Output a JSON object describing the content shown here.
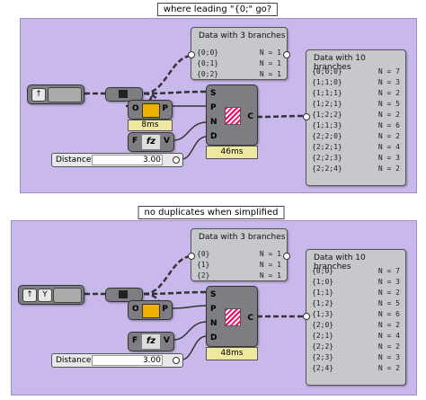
{
  "groups": [
    {
      "title": "where leading \"{0;\" go?",
      "panel3": {
        "title": "Data with 3 branches",
        "rows": [
          [
            "{0;0}",
            "N = 1"
          ],
          [
            "{0;1}",
            "N = 1"
          ],
          [
            "{0;2}",
            "N = 1"
          ]
        ]
      },
      "panel10": {
        "title": "Data with 10 branches",
        "rows": [
          [
            "{0;0;0}",
            "N = 7"
          ],
          [
            "{1;1;0}",
            "N = 3"
          ],
          [
            "{1;1;1}",
            "N = 2"
          ],
          [
            "{1;2;1}",
            "N = 5"
          ],
          [
            "{1;2;2}",
            "N = 2"
          ],
          [
            "{1;1;3}",
            "N = 6"
          ],
          [
            "{2;2;0}",
            "N = 2"
          ],
          [
            "{2;2;1}",
            "N = 4"
          ],
          [
            "{2;2;3}",
            "N = 3"
          ],
          [
            "{2;2;4}",
            "N = 2"
          ]
        ]
      },
      "timer_main": "46ms",
      "timer_small": "8ms",
      "slider_label": "Distance",
      "slider_value": "3.00",
      "ports_in": [
        "S",
        "P",
        "N",
        "D"
      ],
      "port_out": "C",
      "small_ports": {
        "o": "O",
        "p": "P",
        "f": "F",
        "v": "V"
      }
    },
    {
      "title": "no duplicates when simplified",
      "panel3": {
        "title": "Data with 3 branches",
        "rows": [
          [
            "{0}",
            "N = 1"
          ],
          [
            "{1}",
            "N = 1"
          ],
          [
            "{2}",
            "N = 1"
          ]
        ]
      },
      "panel10": {
        "title": "Data with 10 branches",
        "rows": [
          [
            "{0;0}",
            "N = 7"
          ],
          [
            "{1;0}",
            "N = 3"
          ],
          [
            "{1;1}",
            "N = 2"
          ],
          [
            "{1;2}",
            "N = 5"
          ],
          [
            "{1;3}",
            "N = 6"
          ],
          [
            "{2;0}",
            "N = 2"
          ],
          [
            "{2;1}",
            "N = 4"
          ],
          [
            "{2;2}",
            "N = 2"
          ],
          [
            "{2;3}",
            "N = 3"
          ],
          [
            "{2;4}",
            "N = 2"
          ]
        ]
      },
      "timer_main": "48ms",
      "timer_small": "",
      "slider_label": "Distance",
      "slider_value": "3.00",
      "ports_in": [
        "S",
        "P",
        "N",
        "D"
      ],
      "port_out": "C",
      "small_ports": {
        "o": "O",
        "p": "P",
        "f": "F",
        "v": "V"
      }
    }
  ],
  "icons": [
    "param-icon",
    "cube-icon",
    "flatten-icon",
    "volume-icon",
    "fz-icon",
    "surface-split-icon"
  ],
  "colors": {
    "group_bg": "#c9b8ec",
    "panel_bg": "#c8c8cc",
    "component_bg": "#7d7d82",
    "timer_bg": "#efe8a0",
    "wire": "#333333"
  }
}
